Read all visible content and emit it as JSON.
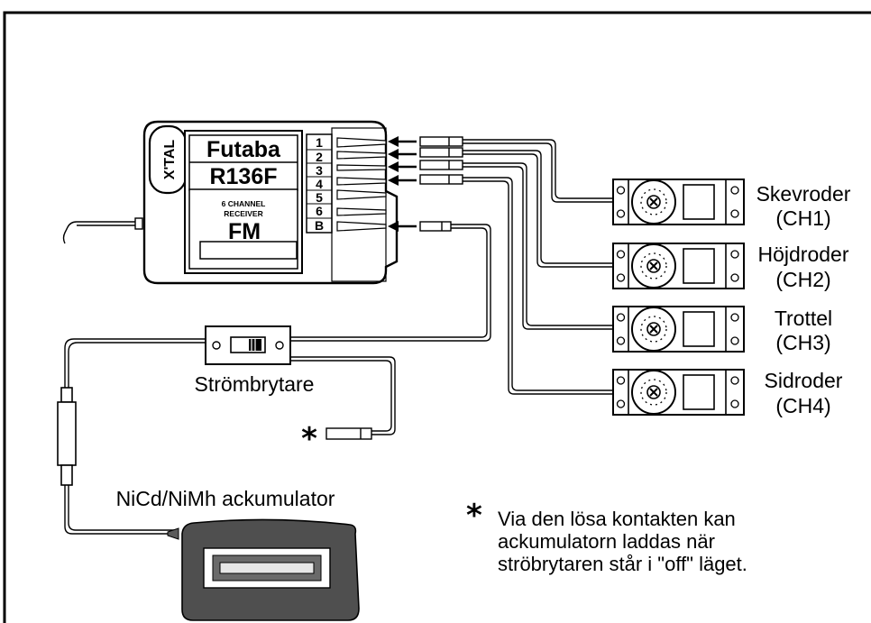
{
  "receiver": {
    "crystal_label": "X'TAL",
    "brand": "Futaba",
    "model": "R136F",
    "channel_text_1": "6 CHANNEL",
    "channel_text_2": "RECEIVER",
    "modulation": "FM",
    "ports": [
      "1",
      "2",
      "3",
      "4",
      "5",
      "6",
      "B"
    ]
  },
  "servos": [
    {
      "name": "Skevroder",
      "channel": "(CH1)"
    },
    {
      "name": "Höjdroder",
      "channel": "(CH2)"
    },
    {
      "name": "Trottel",
      "channel": "(CH3)"
    },
    {
      "name": "Sidroder",
      "channel": "(CH4)"
    }
  ],
  "switch_label": "Strömbrytare",
  "charge_marker": "*",
  "battery_label": "NiCd/NiMh ackumulator",
  "note": {
    "marker": "*",
    "lines": [
      "Via den lösa kontakten kan",
      "ackumulatorn laddas när",
      "ströbrytaren står i \"off\" läget."
    ]
  }
}
